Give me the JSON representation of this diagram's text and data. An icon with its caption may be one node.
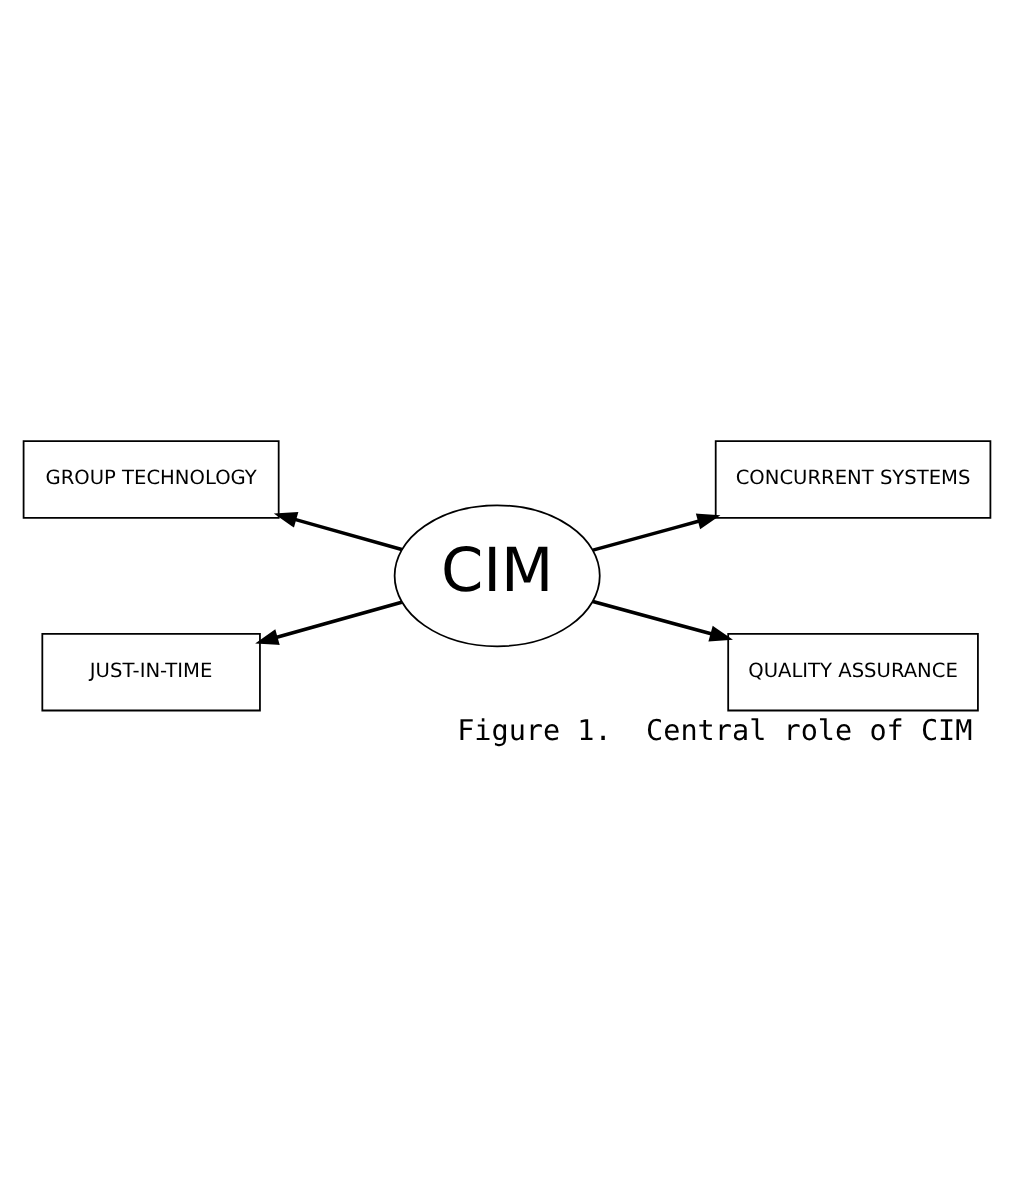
{
  "diagram": {
    "caption": "Figure 1.  Central role of CIM",
    "nodes": [
      {
        "text": [
          "GROUP TECHNOLOGY"
        ]
      },
      {
        "text": [
          "CONCURRENT SYSTEMS"
        ]
      },
      {
        "text": [
          "CIM"
        ]
      },
      {
        "text": [
          "JUST-IN-TIME"
        ]
      },
      {
        "text": [
          "QUALITY ASSURANCE"
        ]
      }
    ],
    "edges": [
      {
        "from": 2,
        "to": 0,
        "arrow": "to"
      },
      {
        "from": 2,
        "to": 1,
        "arrow": "to"
      },
      {
        "from": 2,
        "to": 3,
        "arrow": "to"
      },
      {
        "from": 2,
        "to": 4,
        "arrow": "to"
      }
    ]
  }
}
